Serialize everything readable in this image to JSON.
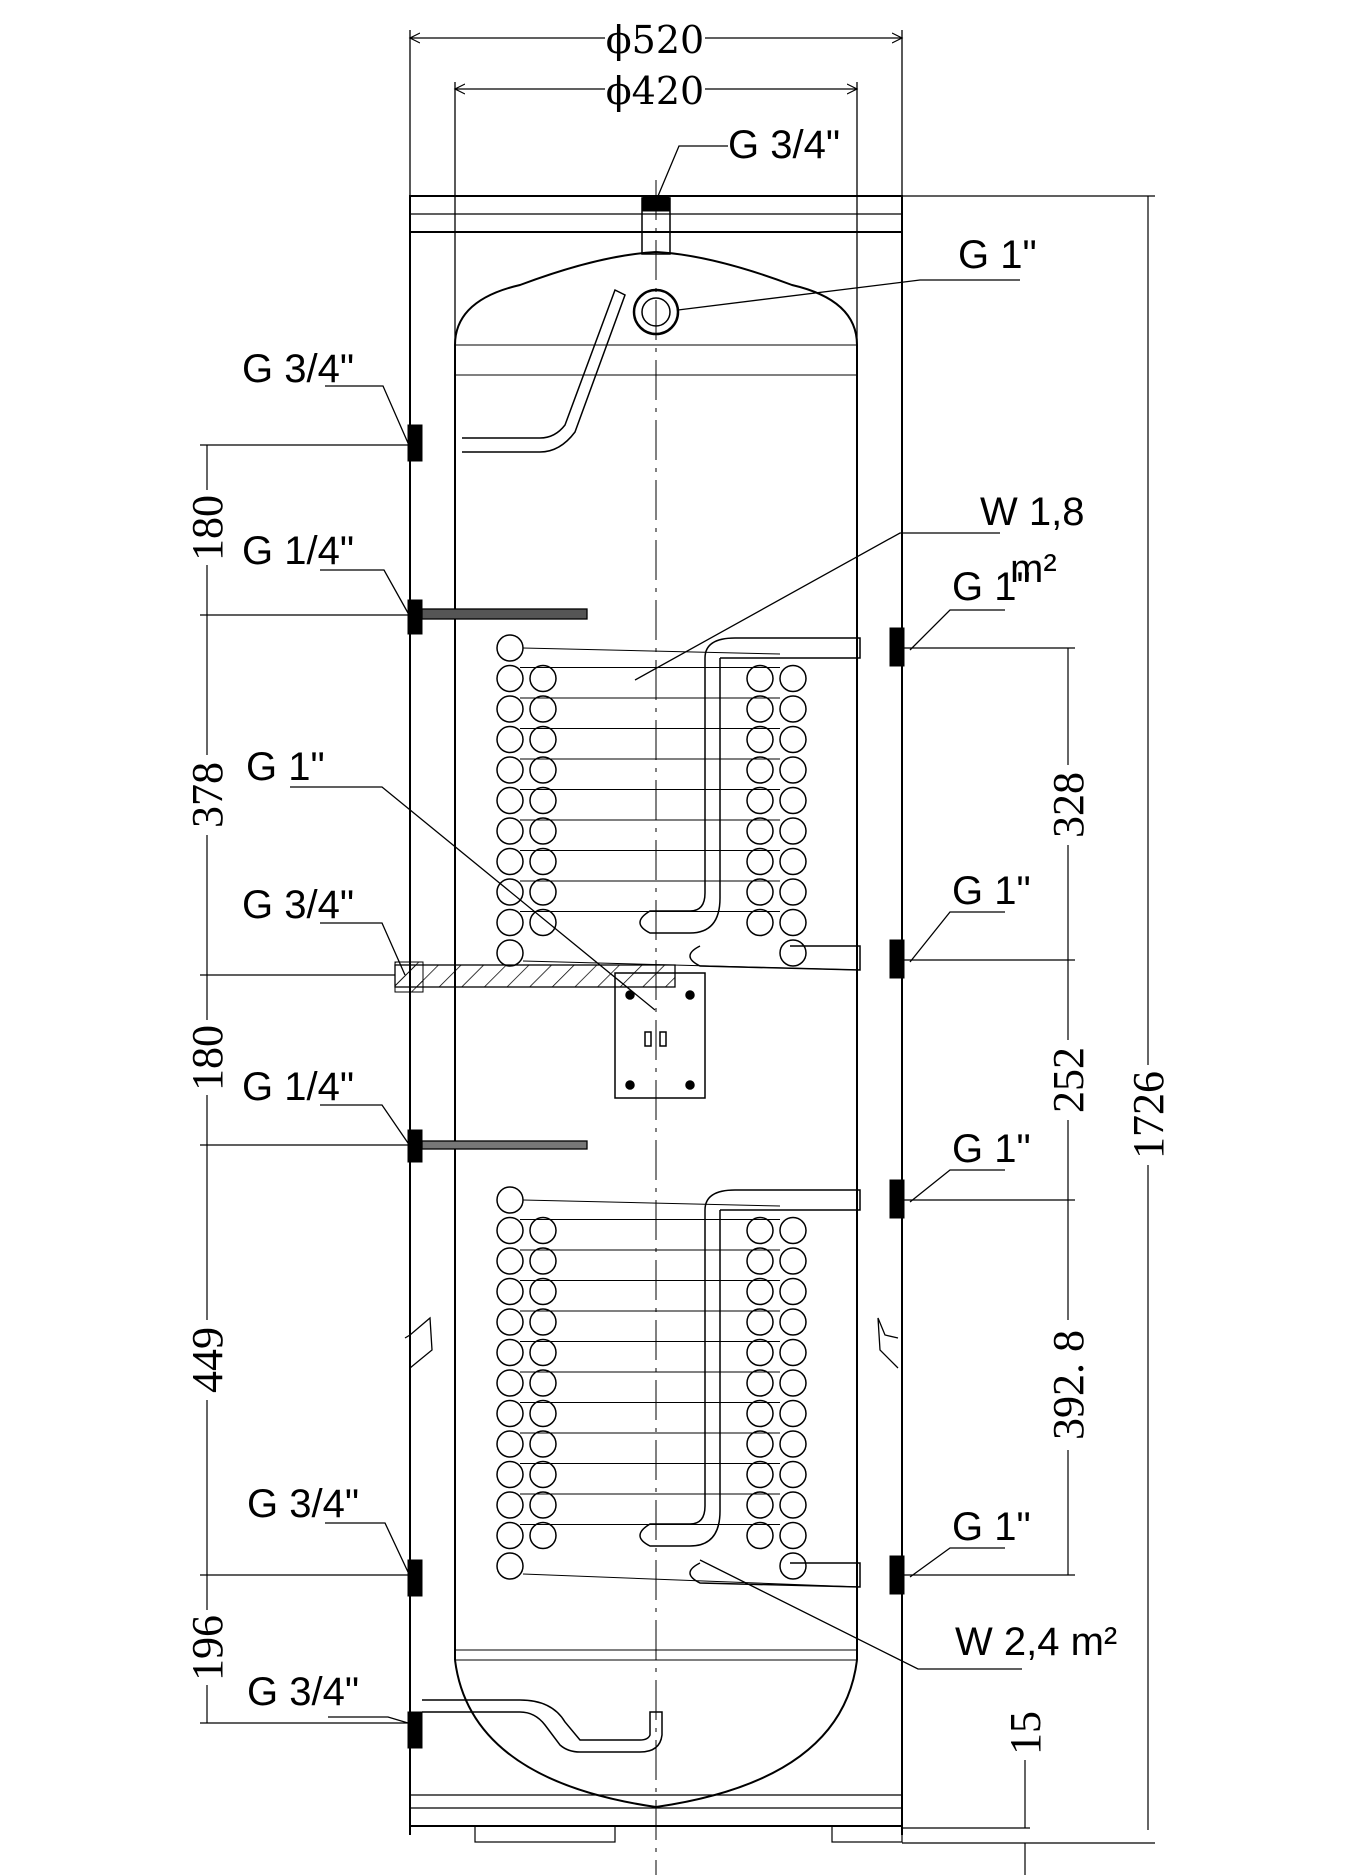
{
  "drawing": {
    "title": "Twin-coil hot water cylinder dimension drawing",
    "diameters": {
      "outer": "ϕ520",
      "inner": "ϕ420"
    },
    "connections": {
      "top_outlet": "G 3/4\"",
      "sensor_top": "G 1\"",
      "left_upper_hot": "G 3/4\"",
      "left_sensor_1": "G 1/4\"",
      "left_center_g1": "G 1\"",
      "left_heater": "G 3/4\"",
      "left_sensor_2": "G 1/4\"",
      "left_lower": "G 3/4\"",
      "left_bottom": "G 3/4\"",
      "right_coil1_in": "G 1\"",
      "right_coil1_out": "G 1\"",
      "right_coil2_in": "G 1\"",
      "right_coil2_out": "G 1\""
    },
    "coils": {
      "upper": {
        "label": "W 1,8",
        "unit": "m²"
      },
      "lower": {
        "label": "W 2,4 m²"
      }
    },
    "left_dimensions": [
      "180",
      "378",
      "180",
      "449",
      "196"
    ],
    "right_dimensions": [
      "328",
      "252",
      "392. 8"
    ],
    "total_height": "1726",
    "foot_height": "15"
  }
}
